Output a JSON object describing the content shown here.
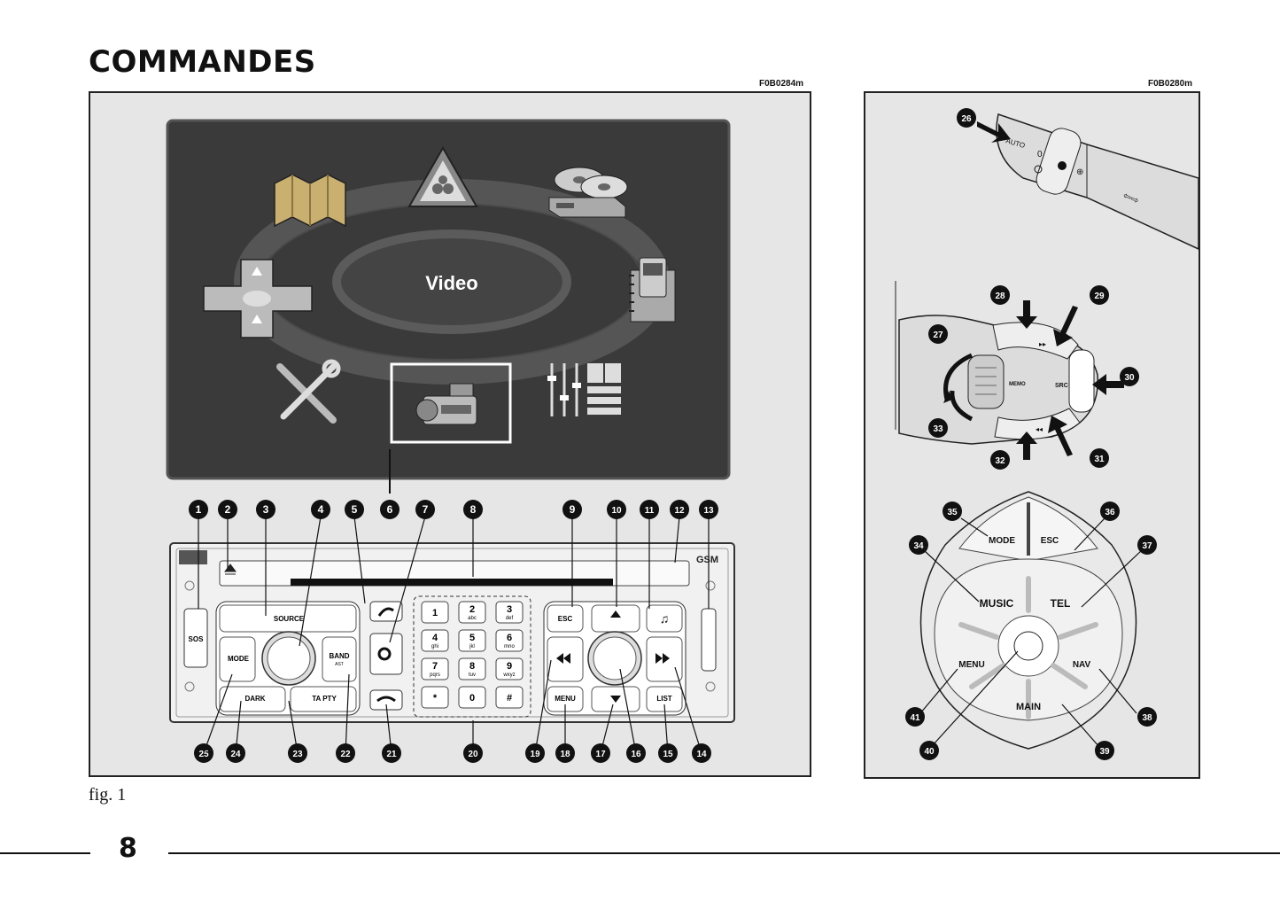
{
  "page": {
    "title": "COMMANDES",
    "fig_caption": "fig. 1",
    "page_number": "8"
  },
  "figure_left": {
    "ref": "F0B0284m",
    "screen": {
      "center_label": "Video",
      "menu_icons": [
        "map-icon",
        "warning-sign-icon",
        "cd-player-icon",
        "phone-book-icon",
        "settings-sliders-icon",
        "camcorder-icon",
        "tools-icon",
        "navigation-cross-icon"
      ],
      "selected_icon": "camcorder-icon"
    },
    "device": {
      "brand_badge": "GSM",
      "buttons": {
        "sos": "SOS",
        "source": "SOURCE",
        "mode": "MODE",
        "band": "BAND",
        "band_sub": "AST",
        "dark": "DARK",
        "ta_pty": "TA PTY",
        "esc": "ESC",
        "menu": "MENU",
        "list": "LIST"
      },
      "keypad": [
        {
          "digit": "1",
          "letters": ""
        },
        {
          "digit": "2",
          "letters": "abc"
        },
        {
          "digit": "3",
          "letters": "def"
        },
        {
          "digit": "4",
          "letters": "ghi"
        },
        {
          "digit": "5",
          "letters": "jkl"
        },
        {
          "digit": "6",
          "letters": "mno"
        },
        {
          "digit": "7",
          "letters": "pqrs"
        },
        {
          "digit": "8",
          "letters": "tuv"
        },
        {
          "digit": "9",
          "letters": "wxyz"
        },
        {
          "digit": "*",
          "letters": ""
        },
        {
          "digit": "0",
          "letters": ""
        },
        {
          "digit": "#",
          "letters": ""
        }
      ]
    },
    "callouts_top": [
      "1",
      "2",
      "3",
      "4",
      "5",
      "6",
      "7",
      "8",
      "9",
      "10",
      "11",
      "12",
      "13"
    ],
    "callouts_bottom": [
      "25",
      "24",
      "23",
      "22",
      "21",
      "20",
      "19",
      "18",
      "17",
      "16",
      "15",
      "14"
    ]
  },
  "figure_right": {
    "ref": "F0B0280m",
    "stalk_light": {
      "labels": {
        "auto": "AUTO",
        "zero": "0"
      },
      "callout": "26"
    },
    "stalk_audio": {
      "labels": {
        "memo": "MEMO",
        "src": "SRC"
      },
      "callouts": [
        "27",
        "28",
        "29",
        "30",
        "31",
        "32",
        "33"
      ]
    },
    "wheel_pad": {
      "labels": {
        "mode": "MODE",
        "esc": "ESC",
        "music": "MUSIC",
        "tel": "TEL",
        "menu": "MENU",
        "nav": "NAV",
        "main": "MAIN"
      },
      "callouts": [
        "34",
        "35",
        "36",
        "37",
        "38",
        "39",
        "40",
        "41"
      ]
    }
  },
  "colors": {
    "panel_bg": "#e6e6e6",
    "screen_bg": "#3a3a3a",
    "callout_bg": "#111111"
  }
}
